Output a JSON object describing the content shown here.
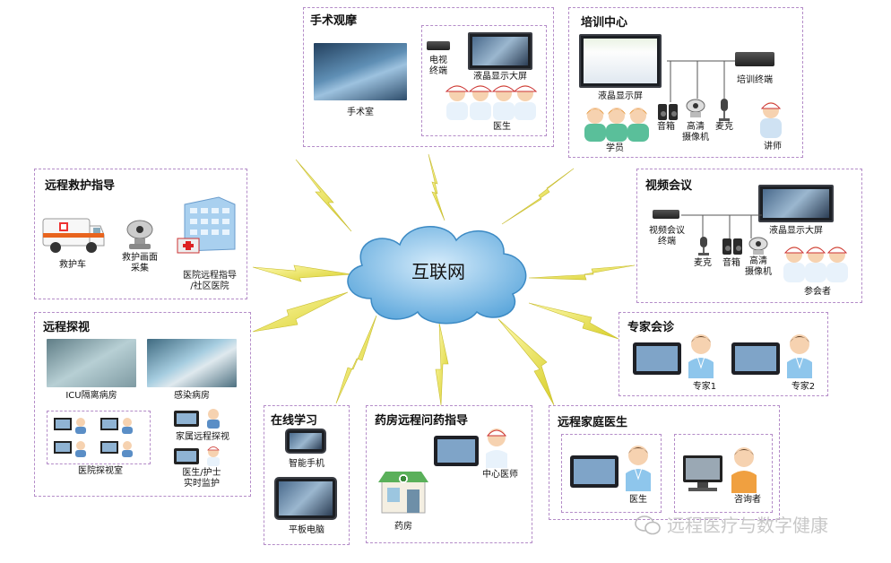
{
  "center": {
    "label": "互联网"
  },
  "surgery": {
    "title": "手术观摩",
    "room": "手术室",
    "tv": "电视\n终端",
    "lcd": "液晶显示大屏",
    "doctor": "医生"
  },
  "training": {
    "title": "培训中心",
    "lcd": "液晶显示屏",
    "terminal": "培训终端",
    "speaker": "音箱",
    "camera": "高清\n摄像机",
    "mic": "麦克",
    "students": "学员",
    "lecturer": "讲师"
  },
  "rescue": {
    "title": "远程救护指导",
    "ambulance": "救护车",
    "capture": "救护画面\n采集",
    "hospital": "医院远程指导\n/社区医院"
  },
  "video": {
    "title": "视频会议",
    "terminal": "视频会议\n终端",
    "lcd": "液晶显示大屏",
    "mic": "麦克",
    "speaker": "音箱",
    "camera": "高清\n摄像机",
    "attendees": "参会者"
  },
  "visit": {
    "title": "远程探视",
    "icu": "ICU隔离病房",
    "infect": "感染病房",
    "family": "家属远程探视",
    "room": "医院探视室",
    "nurse": "医生/护士\n实时监护"
  },
  "expert": {
    "title": "专家会诊",
    "e1": "专家1",
    "e2": "专家2"
  },
  "online": {
    "title": "在线学习",
    "phone": "智能手机",
    "tablet": "平板电脑"
  },
  "pharmacy": {
    "title": "药房远程问药指导",
    "doctor": "中心医师",
    "store": "药房"
  },
  "family": {
    "title": "远程家庭医生",
    "doctor": "医生",
    "consult": "咨询者"
  },
  "watermark": {
    "text": "远程医疗与数字健康"
  },
  "colors": {
    "border": "#b48cc8",
    "cloud": "#5aa9e0",
    "bolt": "#e8e04a"
  }
}
